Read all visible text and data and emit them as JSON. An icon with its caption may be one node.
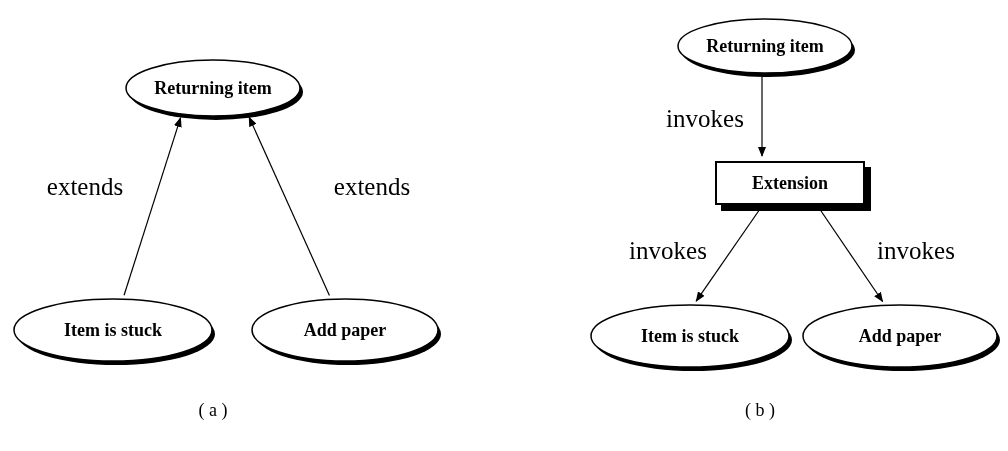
{
  "diagram": {
    "nodes": [
      {
        "text": [
          "Returning item"
        ]
      },
      {
        "text": [
          "Item is stuck"
        ]
      },
      {
        "text": [
          "Add paper"
        ]
      },
      {
        "text": [
          "Returning item"
        ]
      },
      {
        "text": [
          "Extension"
        ]
      },
      {
        "text": [
          "Item is stuck"
        ]
      },
      {
        "text": [
          "Add paper"
        ]
      }
    ],
    "edges": [
      {
        "from": 1,
        "to": 0,
        "arrow": "to",
        "label": "extends"
      },
      {
        "from": 2,
        "to": 0,
        "arrow": "to",
        "label": "extends"
      },
      {
        "from": 3,
        "to": 4,
        "arrow": "to",
        "label": "invokes"
      },
      {
        "from": 4,
        "to": 5,
        "arrow": "to",
        "label": "invokes"
      },
      {
        "from": 4,
        "to": 6,
        "arrow": "to",
        "label": "invokes"
      }
    ],
    "labels": [
      "( a )",
      "( b )"
    ]
  }
}
